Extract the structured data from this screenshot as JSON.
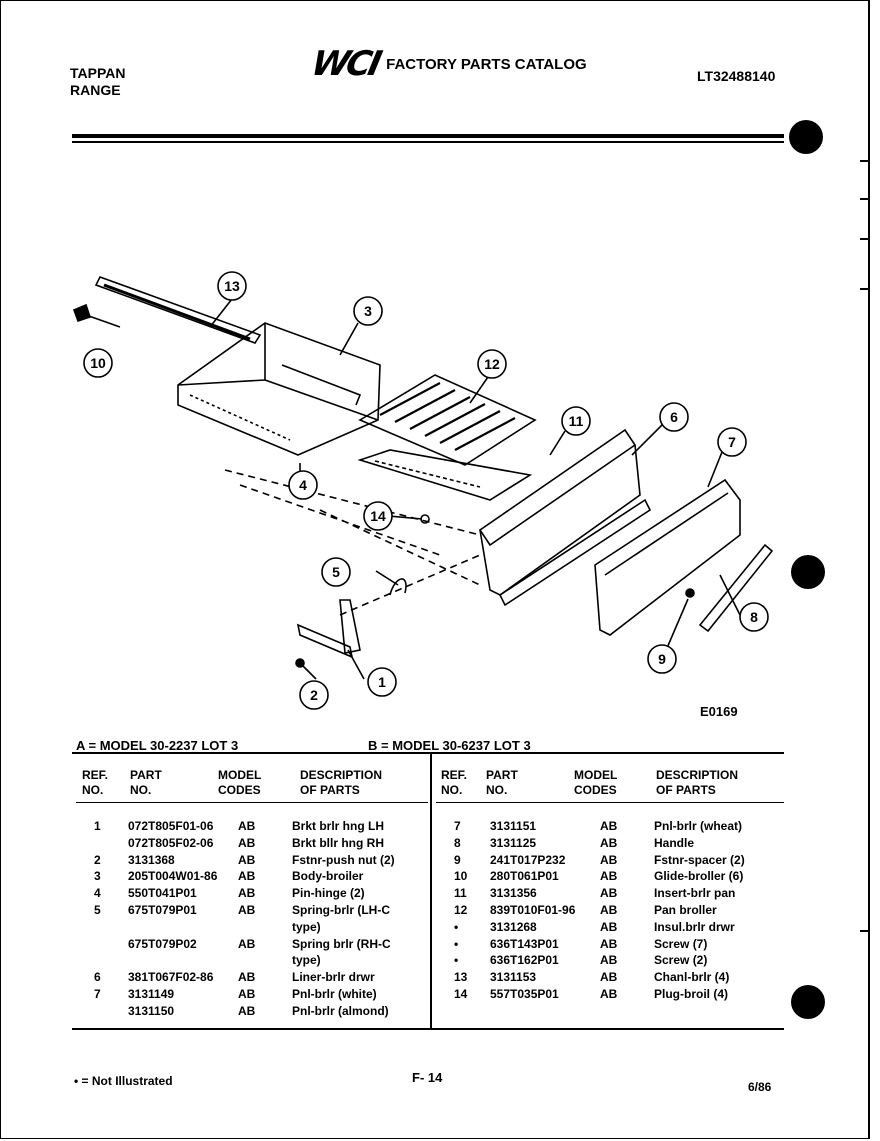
{
  "header": {
    "brand_line1": "TAPPAN",
    "brand_line2": "RANGE",
    "logo": "WCI",
    "catalog_title": "FACTORY PARTS CATALOG",
    "doc_number": "LT32488140"
  },
  "diagram": {
    "code": "E0169",
    "callouts": [
      "1",
      "2",
      "3",
      "4",
      "5",
      "6",
      "7",
      "8",
      "9",
      "10",
      "11",
      "12",
      "13",
      "14"
    ]
  },
  "models": {
    "a": "A = MODEL 30-2237 LOT 3",
    "b": "B = MODEL 30-6237 LOT 3"
  },
  "table": {
    "headers": {
      "ref": "REF.\nNO.",
      "part": "PART\nNO.",
      "codes": "MODEL\nCODES",
      "desc": "DESCRIPTION\nOF PARTS"
    },
    "left_rows": [
      {
        "ref": "1",
        "part": "072T805F01-06",
        "codes": "AB",
        "desc": "Brkt brlr hng LH"
      },
      {
        "ref": "",
        "part": "072T805F02-06",
        "codes": "AB",
        "desc": "Brkt bllr hng RH"
      },
      {
        "ref": "2",
        "part": "3131368",
        "codes": "AB",
        "desc": "Fstnr-push nut (2)"
      },
      {
        "ref": "3",
        "part": "205T004W01-86",
        "codes": "AB",
        "desc": "Body-broiler"
      },
      {
        "ref": "4",
        "part": "550T041P01",
        "codes": "AB",
        "desc": "Pin-hinge (2)"
      },
      {
        "ref": "5",
        "part": "675T079P01",
        "codes": "AB",
        "desc": "Spring-brlr (LH-C"
      },
      {
        "ref": "",
        "part": "",
        "codes": "",
        "desc": "type)"
      },
      {
        "ref": "",
        "part": "675T079P02",
        "codes": "AB",
        "desc": "Spring brlr (RH-C"
      },
      {
        "ref": "",
        "part": "",
        "codes": "",
        "desc": "type)"
      },
      {
        "ref": "6",
        "part": "381T067F02-86",
        "codes": "AB",
        "desc": "Liner-brlr drwr"
      },
      {
        "ref": "7",
        "part": "3131149",
        "codes": "AB",
        "desc": "Pnl-brlr (white)"
      },
      {
        "ref": "",
        "part": "3131150",
        "codes": "AB",
        "desc": "Pnl-brlr (almond)"
      }
    ],
    "right_rows": [
      {
        "ref": "7",
        "part": "3131151",
        "codes": "AB",
        "desc": "Pnl-brlr (wheat)"
      },
      {
        "ref": "8",
        "part": "3131125",
        "codes": "AB",
        "desc": "Handle"
      },
      {
        "ref": "9",
        "part": "241T017P232",
        "codes": "AB",
        "desc": "Fstnr-spacer (2)"
      },
      {
        "ref": "10",
        "part": "280T061P01",
        "codes": "AB",
        "desc": "Glide-broller (6)"
      },
      {
        "ref": "11",
        "part": "3131356",
        "codes": "AB",
        "desc": "Insert-brlr pan"
      },
      {
        "ref": "12",
        "part": "839T010F01-96",
        "codes": "AB",
        "desc": "Pan broller"
      },
      {
        "ref": "•",
        "part": "3131268",
        "codes": "AB",
        "desc": "Insul.brlr drwr"
      },
      {
        "ref": "•",
        "part": "636T143P01",
        "codes": "AB",
        "desc": "Screw (7)"
      },
      {
        "ref": "•",
        "part": "636T162P01",
        "codes": "AB",
        "desc": "Screw (2)"
      },
      {
        "ref": "13",
        "part": "3131153",
        "codes": "AB",
        "desc": "Chanl-brlr (4)"
      },
      {
        "ref": "14",
        "part": "557T035P01",
        "codes": "AB",
        "desc": "Plug-broil (4)"
      }
    ]
  },
  "footer": {
    "footnote": "• = Not Illustrated",
    "page": "F- 14",
    "date": "6/86"
  }
}
